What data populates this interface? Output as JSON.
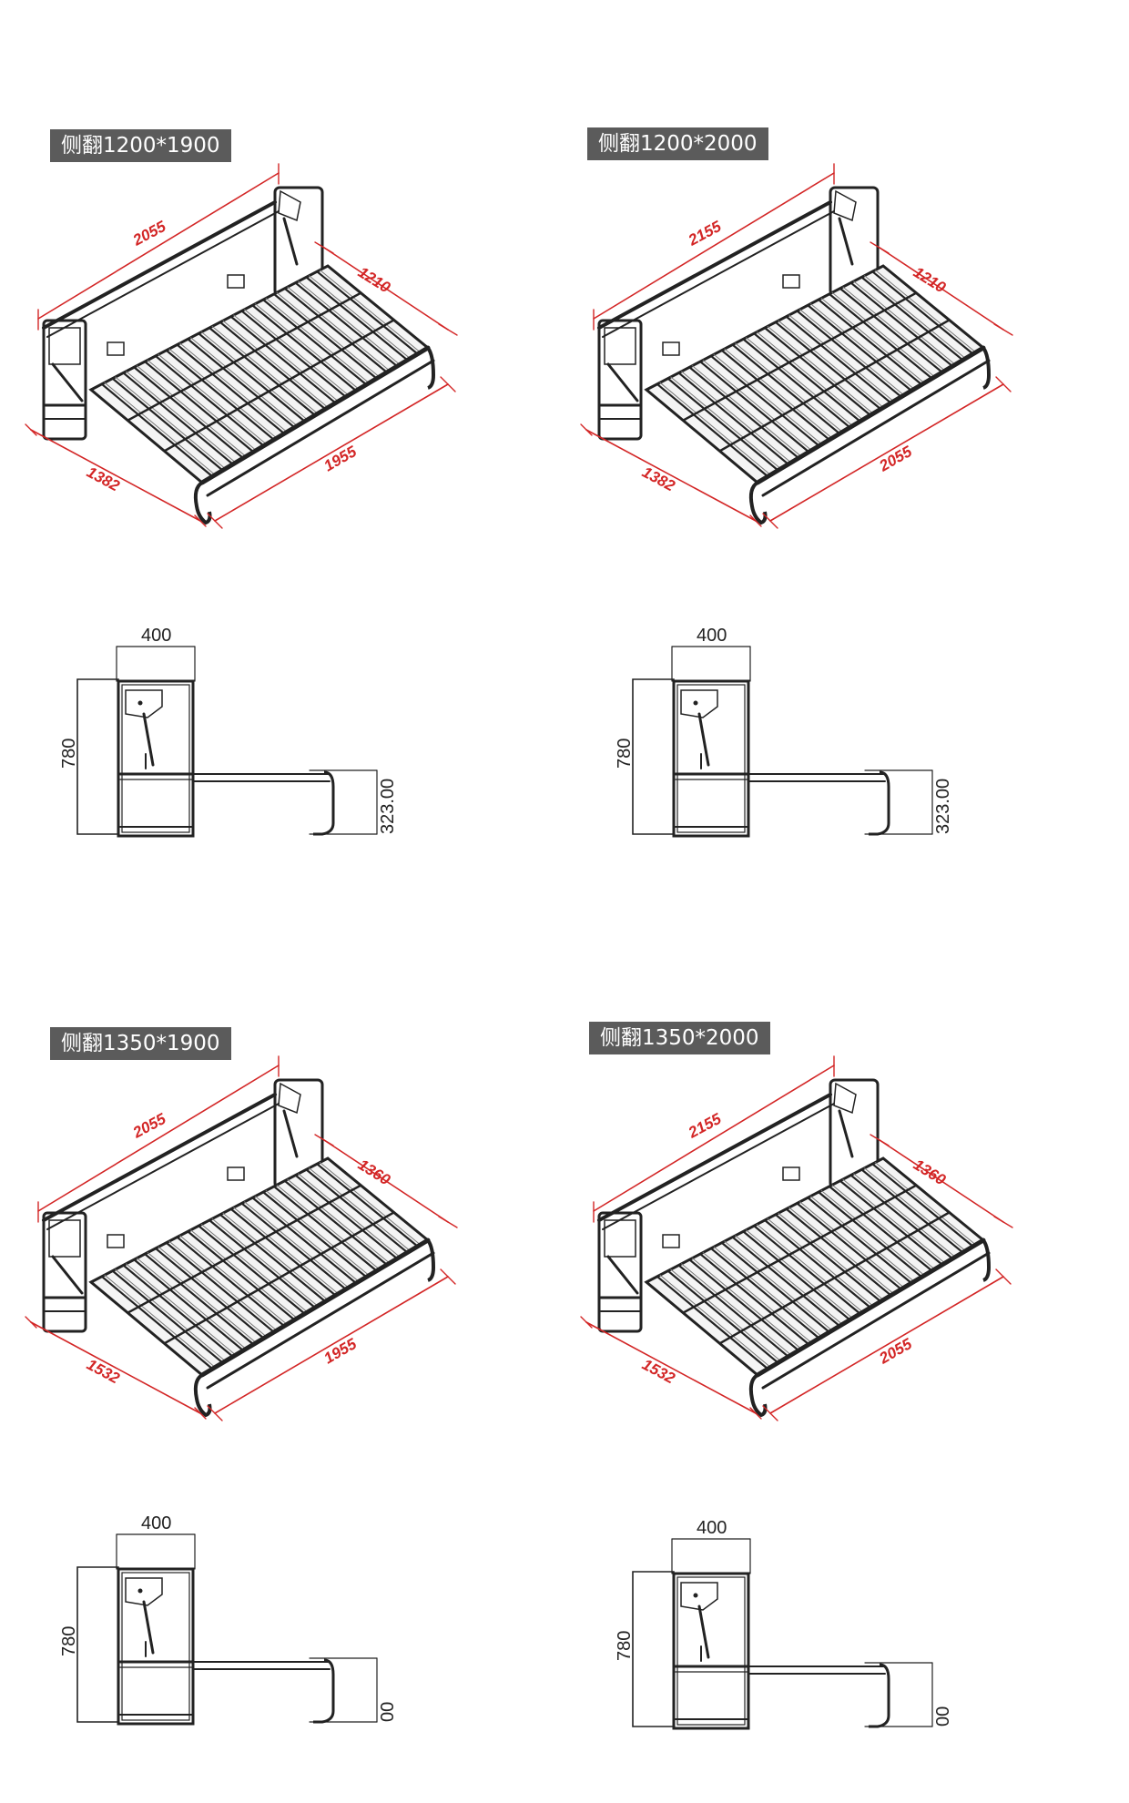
{
  "diagrams": [
    {
      "title": "侧翻1200*1900",
      "iso_dims": {
        "length_top": "2055",
        "width_right": "1210",
        "length_bottom": "1955",
        "depth_left": "1382"
      },
      "side_dims": {
        "top": "400",
        "height": "780",
        "right": "323.00"
      }
    },
    {
      "title": "侧翻1200*2000",
      "iso_dims": {
        "length_top": "2155",
        "width_right": "1210",
        "length_bottom": "2055",
        "depth_left": "1382"
      },
      "side_dims": {
        "top": "400",
        "height": "780",
        "right": "323.00"
      }
    },
    {
      "title": "侧翻1350*1900",
      "iso_dims": {
        "length_top": "2055",
        "width_right": "1360",
        "length_bottom": "1955",
        "depth_left": "1532"
      },
      "side_dims": {
        "top": "400",
        "height": "780",
        "right": "00"
      }
    },
    {
      "title": "侧翻1350*2000",
      "iso_dims": {
        "length_top": "2155",
        "width_right": "1360",
        "length_bottom": "2055",
        "depth_left": "1532"
      },
      "side_dims": {
        "top": "400",
        "height": "780",
        "right": "00"
      }
    }
  ],
  "colors": {
    "dimension_red": "#d32626",
    "tag_bg": "#5b5b5b",
    "line": "#222222"
  }
}
